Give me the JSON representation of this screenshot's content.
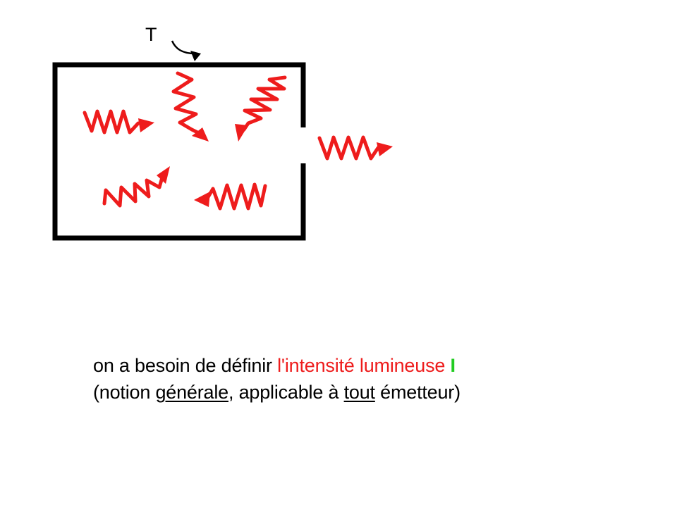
{
  "diagram": {
    "temperature_label": "T",
    "colors": {
      "wave": "#ee1c1c",
      "box": "#000000",
      "highlight_red": "#ee1c1c",
      "highlight_green": "#22cc22"
    }
  },
  "caption": {
    "line1_prefix": "on a besoin de définir ",
    "line1_highlight": "l'intensité lumineuse",
    "line1_symbol": "I",
    "line2_open": "(notion ",
    "line2_underlined_1": "générale",
    "line2_middle": ", applicable à ",
    "line2_underlined_2": "tout",
    "line2_close": " émetteur)"
  }
}
